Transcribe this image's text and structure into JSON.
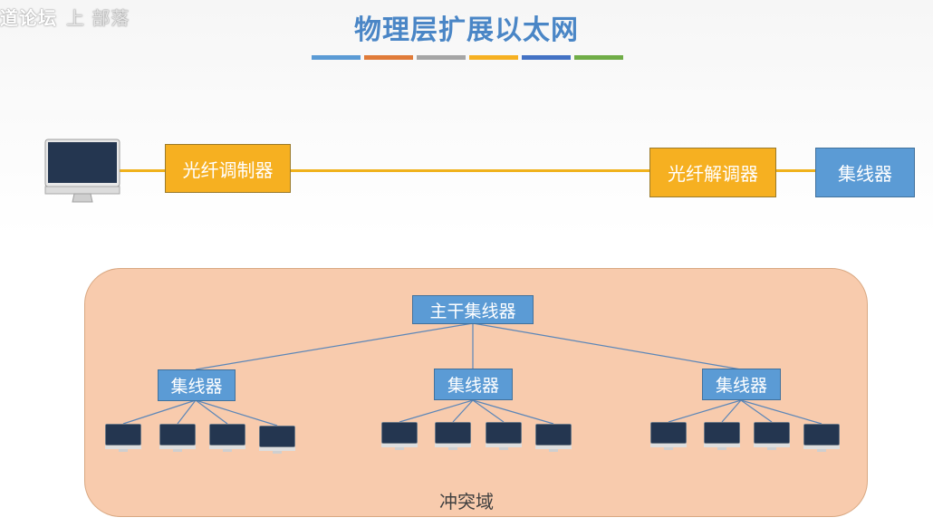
{
  "watermark": {
    "text": "道论坛",
    "text2": "上 部落"
  },
  "title": "物理层扩展以太网",
  "colors": {
    "title": "#4a86c6",
    "accent_bars": [
      "#5b9bd5",
      "#e07b39",
      "#a5a5a5",
      "#f6b021",
      "#4472c4",
      "#70ad47"
    ],
    "orange_box": "#f6b021",
    "blue_box": "#5b9bd5",
    "domain_fill": "#f8cbad"
  },
  "fiber_link": {
    "modulator": "光纤调制器",
    "demodulator": "光纤解调器",
    "hub": "集线器"
  },
  "collision_domain": {
    "backbone_hub": "主干集线器",
    "hubs": [
      "集线器",
      "集线器",
      "集线器"
    ],
    "label": "冲突域"
  }
}
